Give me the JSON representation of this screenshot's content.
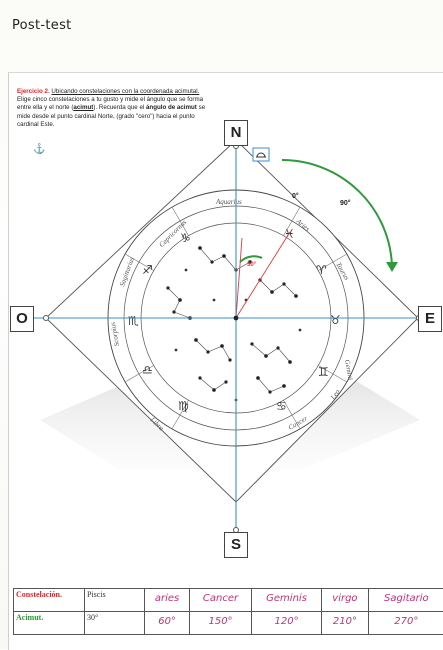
{
  "header": {
    "title": "Post-test"
  },
  "instructions": {
    "exercise_label": "Ejercicio 2.",
    "exercise_title": "Ubicando constelaciones con la coordenada acimutal.",
    "text_1": "Elige cinco constelaciones a tu gusto y mide el ángulo que se forma entre ella y el norte (",
    "acimut_word": "acimut",
    "text_2": "). Recuerda que el ",
    "bold_phrase": "ángulo de acimut",
    "text_3": " se mide desde el punto cardinal Norte, (grado \"cero\") hacia el punto cardinal Este."
  },
  "compass": {
    "north": "N",
    "south": "S",
    "east": "E",
    "west": "O"
  },
  "diagram_labels": {
    "zero": "0°",
    "ninety": "90°",
    "small_angle": "30°"
  },
  "constellation_ring": [
    "Capricornus",
    "Sagittarius",
    "Scorpius",
    "Libra",
    "Virgo",
    "Leo",
    "Cancer",
    "Gemini",
    "Taurus",
    "Aries",
    "Pisces",
    "Aquarius"
  ],
  "table": {
    "row1_label": "Constelación.",
    "row2_label": "Acimut.",
    "example_name": "Piscis",
    "example_angle": "30°",
    "entries": [
      {
        "name": "aries",
        "angle": "60°"
      },
      {
        "name": "Cancer",
        "angle": "150°"
      },
      {
        "name": "Geminis",
        "angle": "120°"
      },
      {
        "name": "virgo",
        "angle": "210°"
      },
      {
        "name": "Sagitario",
        "angle": "270°"
      }
    ]
  }
}
